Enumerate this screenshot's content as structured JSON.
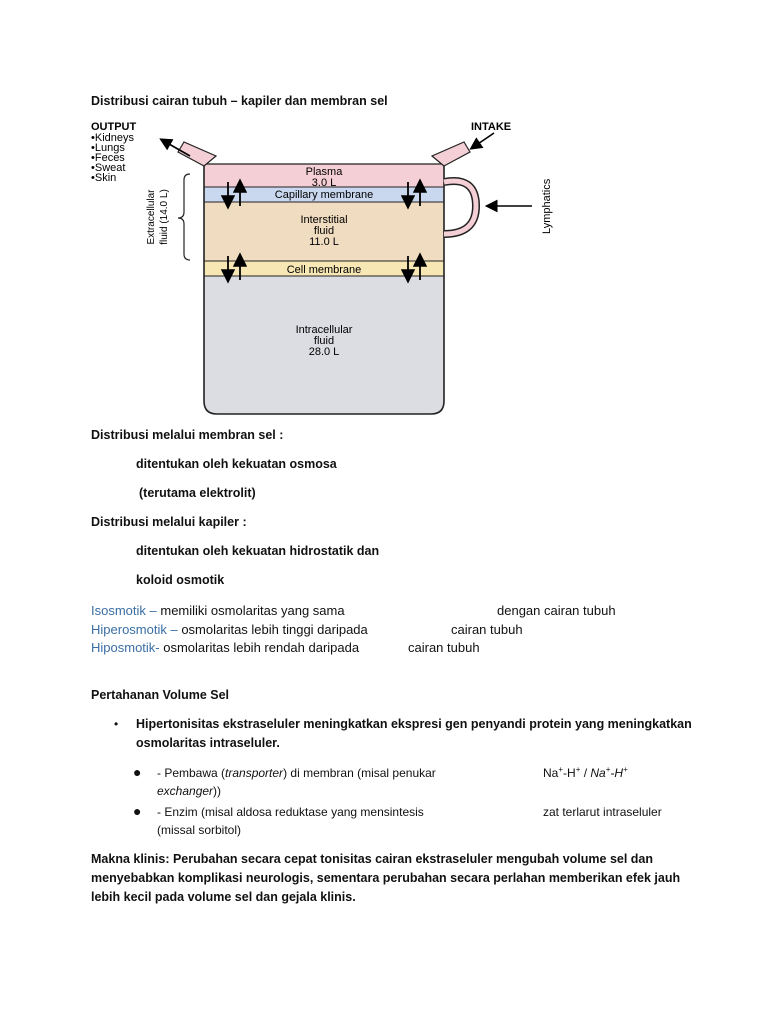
{
  "heading": "Distribusi cairan tubuh – kapiler dan membran sel",
  "diagram": {
    "output_title": "OUTPUT",
    "output_items": [
      "•Kidneys",
      "•Lungs",
      "•Feces",
      "•Sweat",
      "•Skin"
    ],
    "intake": "INTAKE",
    "lymphatics": "Lymphatics",
    "extracellular_1": "Extracellular",
    "extracellular_2": "fluid (14.0 L)",
    "plasma": "Plasma",
    "plasma_vol": "3.0 L",
    "capillary": "Capillary membrane",
    "interstitial_1": "Interstitial",
    "interstitial_2": "fluid",
    "interstitial_vol": "11.0 L",
    "cell_membrane": "Cell membrane",
    "intracellular_1": "Intracellular",
    "intracellular_2": "fluid",
    "intracellular_vol": "28.0 L",
    "colors": {
      "plasma": "#f5cfd6",
      "capillary": "#c9d8ef",
      "interstitial": "#f0dcc0",
      "cell_membrane": "#f7e7b4",
      "intracellular": "#dcdce3"
    }
  },
  "sec1": {
    "heading": "Distribusi melalui membran sel :",
    "line1": "ditentukan oleh kekuatan osmosa",
    "line2": "(terutama elektrolit)"
  },
  "sec2": {
    "heading": "Distribusi melalui kapiler :",
    "line1": "ditentukan oleh kekuatan hidrostatik dan",
    "line2": "koloid osmotik"
  },
  "terms": [
    {
      "term": "Isosmotik",
      "sep": " – ",
      "def": "memiliki osmolaritas yang sama",
      "tail": "dengan cairan tubuh"
    },
    {
      "term": "Hiperosmotik",
      "sep": " – ",
      "def": "osmolaritas lebih tinggi daripada",
      "tail": "cairan tubuh"
    },
    {
      "term": "Hiposmotik-",
      "sep": " ",
      "def": "osmolaritas lebih rendah daripada",
      "tail": "cairan tubuh"
    }
  ],
  "sec3": {
    "heading": "Pertahanan Volume Sel",
    "bullet1_l1": "Hipertonisitas ekstraseluler meningkatkan ekspresi gen penyandi protein yang meningkatkan",
    "bullet1_l2": "osmolaritas intraseluler.",
    "sub1_a": "- Pembawa (",
    "sub1_b": "transporter",
    "sub1_c": ") di membran (misal penukar",
    "sub1_d": "exchanger",
    "sub1_e": "))",
    "sub1_na1": "Na",
    "sub1_h1": "-H",
    "sub1_slash": " / ",
    "sub1_na2": "Na",
    "sub1_h2": "-H",
    "plus": "+",
    "sub2_a": "- Enzim (misal aldosa reduktase yang mensintesis",
    "sub2_b": "zat terlarut intraseluler",
    "sub2_c": "(missal sorbitol)"
  },
  "makna": {
    "l1": "Makna klinis: Perubahan secara cepat tonisitas cairan ekstraseluler mengubah volume sel dan",
    "l2": "menyebabkan komplikasi neurologis, sementara perubahan secara perlahan memberikan efek jauh",
    "l3": "lebih kecil pada volume sel dan gejala klinis."
  }
}
